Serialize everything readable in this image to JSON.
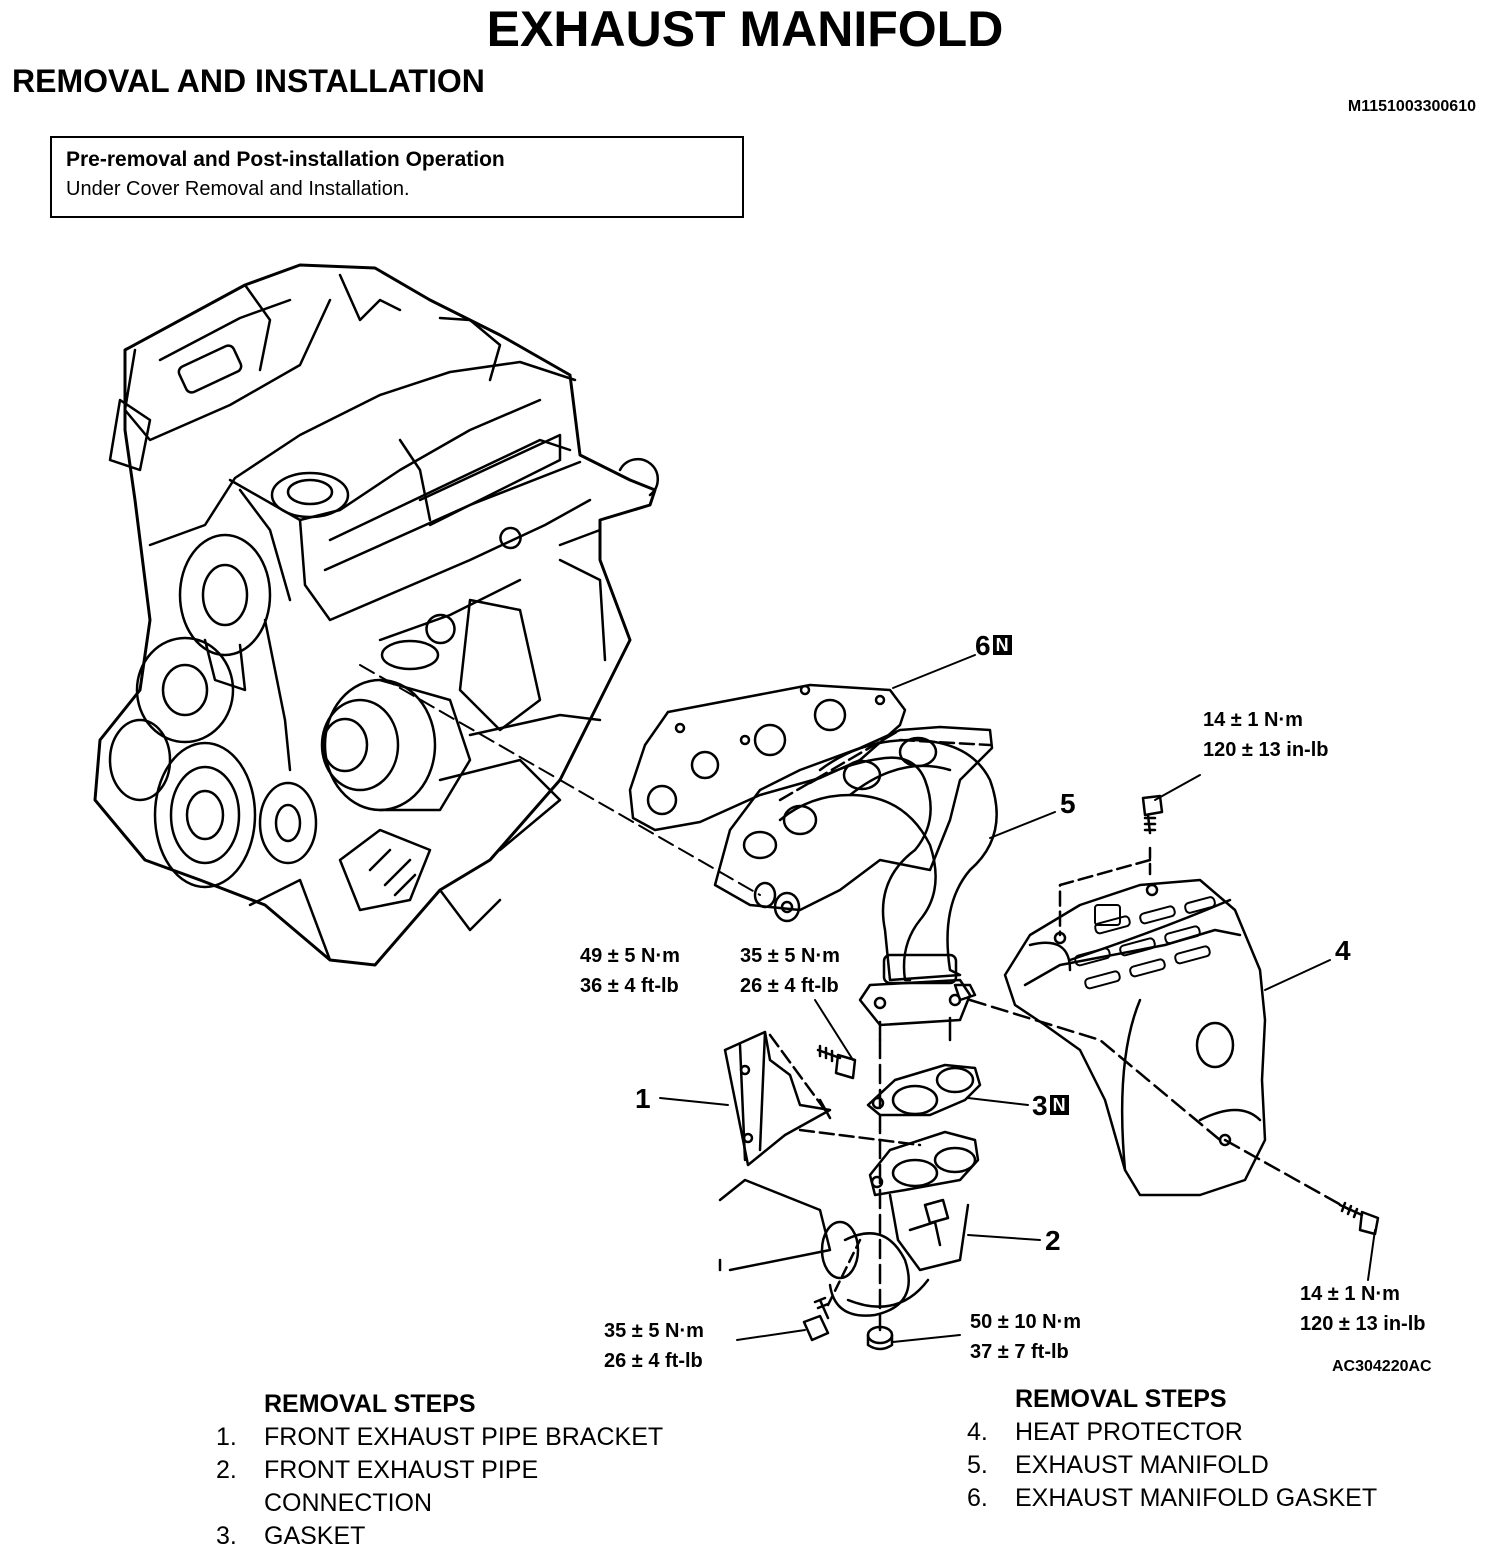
{
  "header": {
    "title": "EXHAUST MANIFOLD",
    "subtitle": "REMOVAL AND INSTALLATION",
    "doc_id": "M1151003300610"
  },
  "pre_box": {
    "heading": "Pre-removal and Post-installation Operation",
    "text": "Under Cover Removal and Installation."
  },
  "callouts": {
    "c1": "1",
    "c2": "2",
    "c3": "3",
    "c4": "4",
    "c5": "5",
    "c6": "6",
    "n_mark": "N"
  },
  "torques": {
    "t_heat_top": [
      "14 ± 1 N·m",
      "120 ± 13 in-lb"
    ],
    "t_nut_49": [
      "49 ± 5 N·m",
      "36 ± 4 ft-lb"
    ],
    "t_bolt_35a": [
      "35 ± 5 N·m",
      "26 ± 4 ft-lb"
    ],
    "t_bolt_35b": [
      "35 ± 5 N·m",
      "26 ± 4 ft-lb"
    ],
    "t_nut_50": [
      "50 ± 10 N·m",
      "37 ± 7 ft-lb"
    ],
    "t_heat_bottom": [
      "14 ± 1 N·m",
      "120 ± 13 in-lb"
    ]
  },
  "figure_ref": "AC304220AC",
  "steps_left": {
    "heading": "REMOVAL STEPS",
    "items": [
      {
        "num": "1.",
        "lines": [
          "FRONT EXHAUST PIPE BRACKET"
        ]
      },
      {
        "num": "2.",
        "lines": [
          "FRONT EXHAUST PIPE",
          "CONNECTION"
        ]
      },
      {
        "num": "3.",
        "lines": [
          "GASKET"
        ]
      }
    ]
  },
  "steps_right": {
    "heading": "REMOVAL STEPS",
    "items": [
      {
        "num": "4.",
        "lines": [
          "HEAT PROTECTOR"
        ]
      },
      {
        "num": "5.",
        "lines": [
          "EXHAUST MANIFOLD"
        ]
      },
      {
        "num": "6.",
        "lines": [
          "EXHAUST MANIFOLD GASKET"
        ]
      }
    ]
  }
}
